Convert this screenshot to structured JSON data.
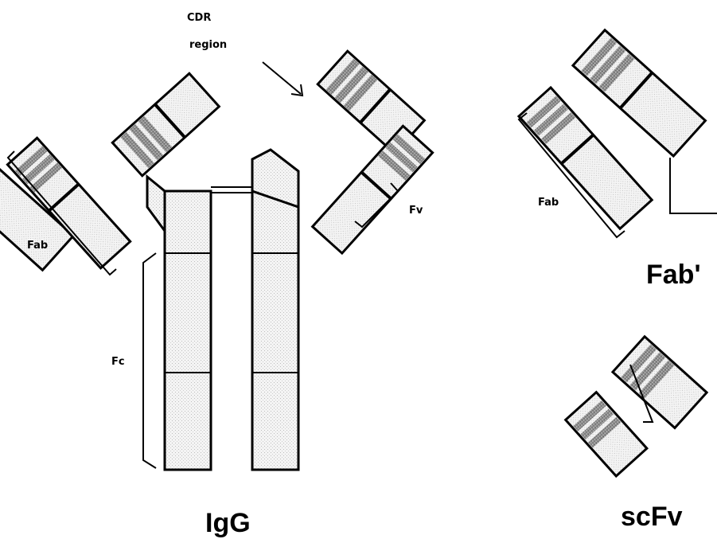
{
  "labels": {
    "cdr_line1": "CDR",
    "cdr_line2": "region",
    "fab_left": "Fab",
    "fv": "Fv",
    "fc": "Fc",
    "fab_right": "Fab",
    "igg": "IgG",
    "fab_prime": "Fab'",
    "scfv": "scFv"
  },
  "colors": {
    "outline": "#000000",
    "domain_fill": "#f2f2f2",
    "stipple": "#bdbdbd",
    "cdr_dark": "#7a7a7a"
  }
}
